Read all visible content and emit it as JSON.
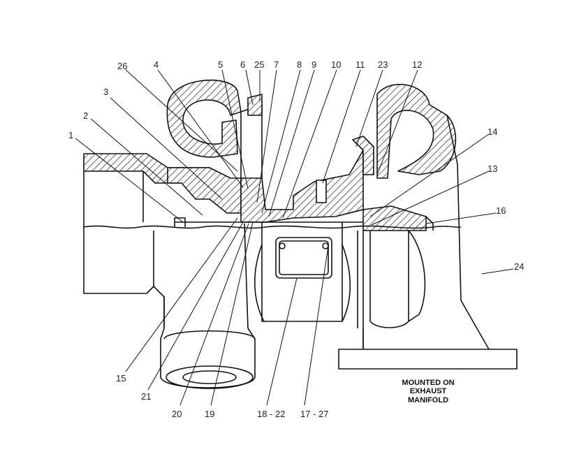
{
  "callouts": {
    "c1": "1",
    "c2": "2",
    "c3": "3",
    "c4": "4",
    "c5": "5",
    "c6": "6",
    "c25": "25",
    "c7": "7",
    "c8": "8",
    "c9": "9",
    "c10": "10",
    "c11": "11",
    "c23": "23",
    "c12": "12",
    "c26": "26",
    "c14": "14",
    "c13": "13",
    "c16": "16",
    "c24": "24",
    "c15": "15",
    "c21": "21",
    "c20": "20",
    "c19": "19",
    "c18_22": "18 - 22",
    "c17_27": "17 - 27"
  },
  "note": {
    "line1": "MOUNTED ON",
    "line2": "EXHAUST",
    "line3": "MANIFOLD"
  }
}
